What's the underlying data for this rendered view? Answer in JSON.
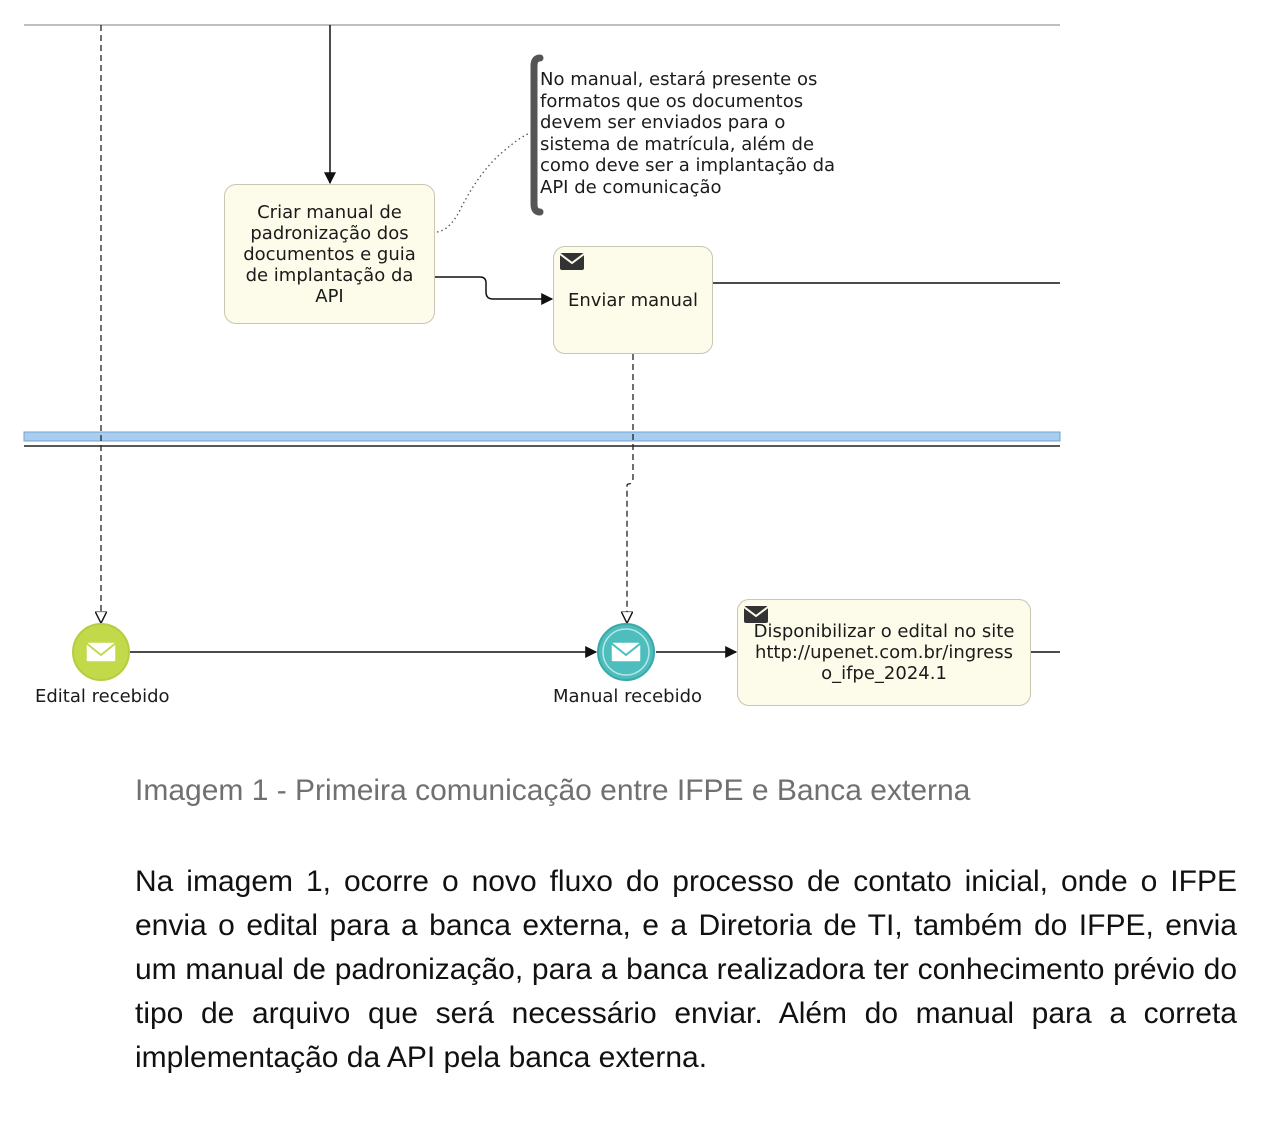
{
  "diagram": {
    "tasks": {
      "criar_manual": "Criar manual de padronização dos documentos e guia de implantação da API",
      "enviar_manual": "Enviar manual",
      "disponibilizar_edital": "Disponibilizar o edital no site http://upenet.com.br/ingresso_ifpe_2024.1"
    },
    "annotation": "No manual, estará presente os formatos que os documentos devem ser enviados para o sistema de matrícula, além de como deve ser a implantação da API de comunicação",
    "events": {
      "edital_recebido": "Edital recebido",
      "manual_recebido": "Manual recebido"
    },
    "colors": {
      "task_fill": "#fdfbea",
      "task_border": "#c9c6b2",
      "event_green": "#c2d94a",
      "event_teal": "#4dbdbd",
      "lane_blue": "#a8cdee"
    },
    "icons": [
      "envelope-icon"
    ]
  },
  "caption": "Imagem 1 - Primeira comunicação entre IFPE e Banca externa",
  "paragraph": "Na imagem 1, ocorre o novo fluxo do processo de contato inicial, onde o IFPE envia o edital para a banca externa, e a Diretoria de TI, também do IFPE, envia um manual de padronização, para a banca realizadora ter conhecimento prévio do tipo de arquivo que será necessário enviar. Além do manual para a correta implementação da API pela banca externa."
}
